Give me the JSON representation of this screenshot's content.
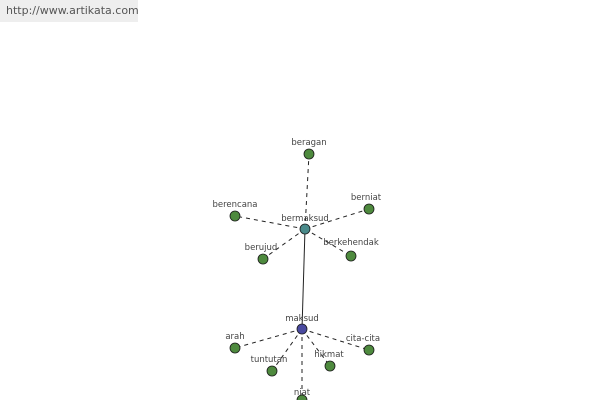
{
  "header": {
    "url": "http://www.artikata.com"
  },
  "graph": {
    "colors": {
      "hub_bermaksud": "#4a8a8a",
      "hub_maksud": "#4a4aa0",
      "leaf": "#4e8a3e",
      "edge": "#222222"
    },
    "nodes": [
      {
        "id": "bermaksud",
        "label": "bermaksud",
        "kind": "hub_bermaksud"
      },
      {
        "id": "maksud",
        "label": "maksud",
        "kind": "hub_maksud"
      },
      {
        "id": "beragan",
        "label": "beragan",
        "kind": "leaf"
      },
      {
        "id": "berencana",
        "label": "berencana",
        "kind": "leaf"
      },
      {
        "id": "berniat",
        "label": "berniat",
        "kind": "leaf"
      },
      {
        "id": "berujud",
        "label": "berujud",
        "kind": "leaf"
      },
      {
        "id": "berkehendak",
        "label": "berkehendak",
        "kind": "leaf"
      },
      {
        "id": "arah",
        "label": "arah",
        "kind": "leaf"
      },
      {
        "id": "tuntutan",
        "label": "tuntutan",
        "kind": "leaf"
      },
      {
        "id": "hikmat",
        "label": "hikmat",
        "kind": "leaf"
      },
      {
        "id": "cita-cita",
        "label": "cita-cita",
        "kind": "leaf"
      },
      {
        "id": "niat",
        "label": "niat",
        "kind": "leaf"
      }
    ],
    "edges": [
      {
        "from": "bermaksud",
        "to": "maksud",
        "style": "solid"
      },
      {
        "from": "bermaksud",
        "to": "beragan",
        "style": "dashed"
      },
      {
        "from": "bermaksud",
        "to": "berencana",
        "style": "dashed"
      },
      {
        "from": "bermaksud",
        "to": "berniat",
        "style": "dashed"
      },
      {
        "from": "bermaksud",
        "to": "berujud",
        "style": "dashed"
      },
      {
        "from": "bermaksud",
        "to": "berkehendak",
        "style": "dashed"
      },
      {
        "from": "maksud",
        "to": "arah",
        "style": "dashed"
      },
      {
        "from": "maksud",
        "to": "tuntutan",
        "style": "dashed"
      },
      {
        "from": "maksud",
        "to": "hikmat",
        "style": "dashed"
      },
      {
        "from": "maksud",
        "to": "cita-cita",
        "style": "dashed"
      },
      {
        "from": "maksud",
        "to": "niat",
        "style": "dashed"
      }
    ]
  }
}
